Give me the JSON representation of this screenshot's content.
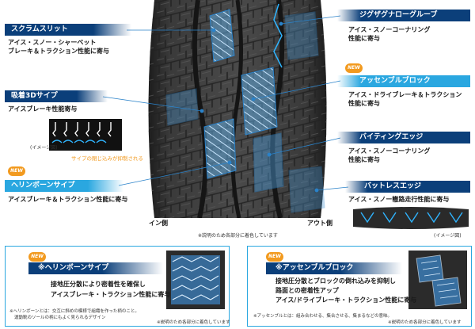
{
  "callouts": {
    "scrum_slit": {
      "title": "スクラムスリット",
      "desc1": "アイス・スノー・シャーベット",
      "desc2": "ブレーキ＆トラクション性能に寄与"
    },
    "suction_3d_sipe": {
      "title": "吸着3Dサイプ",
      "desc1": "アイスブレーキ性能寄与"
    },
    "herringbone_sipe": {
      "badge": "NEW",
      "title": "ヘリンボーンサイプ",
      "desc1": "アイスブレーキ＆トラクション性能に寄与"
    },
    "zigzag_groove": {
      "title": "ジグザグナローグルーブ",
      "desc1": "アイス・スノーコーナリング",
      "desc2": "性能に寄与"
    },
    "ascend_block": {
      "badge": "NEW",
      "title": "アッセンブルブロック",
      "desc1": "アイス・ドライブレーキ＆トラクション",
      "desc2": "性能に寄与"
    },
    "biting_edge": {
      "title": "バイティングエッジ",
      "desc1": "アイス・スノーコーナリング",
      "desc2": "性能に寄与"
    },
    "buttress_edge": {
      "title": "バットレスエッジ",
      "desc1": "アイス・スノー轍路走行性能に寄与"
    }
  },
  "sipe_image": {
    "caption": "(イメージ図)",
    "note": "サイプの閉じ込みが抑制される"
  },
  "buttress_image": {
    "caption": "(イメージ図)"
  },
  "tread": {
    "inner_label": "イン側",
    "outer_label": "アウト側",
    "note": "※説明のため各部分に着色しています"
  },
  "panels": {
    "left": {
      "badge": "NEW",
      "title": "※ヘリンボーンサイプ",
      "line1": "接地圧分散により密着性を確保し",
      "line2": "アイスブレーキ・トラクション性能に寄与",
      "foot1": "※ヘリンボーンとは：交互に斜めの模様で組織を作った柄のこと。",
      "foot2": "運動靴のソールの柄にもよく見られるデザイン",
      "foot3": "※説明のため各部分に着色しています"
    },
    "right": {
      "badge": "NEW",
      "title": "※アッセンブルブロック",
      "line1": "接地圧分散とブロックの倒れ込みを抑制し",
      "line2": "路面との密着性アップ",
      "line3": "アイス/ドライブレーキ・トラクション性能に寄与",
      "foot1": "※アッセンブルとは：組み合わせる、集合させる、集まるなどの意味。",
      "foot2": "※説明のため各部分に着色しています"
    }
  },
  "colors": {
    "dark_blue": "#0b3f7a",
    "light_blue": "#2aa7e0",
    "badge_orange": "#f29a1f"
  }
}
